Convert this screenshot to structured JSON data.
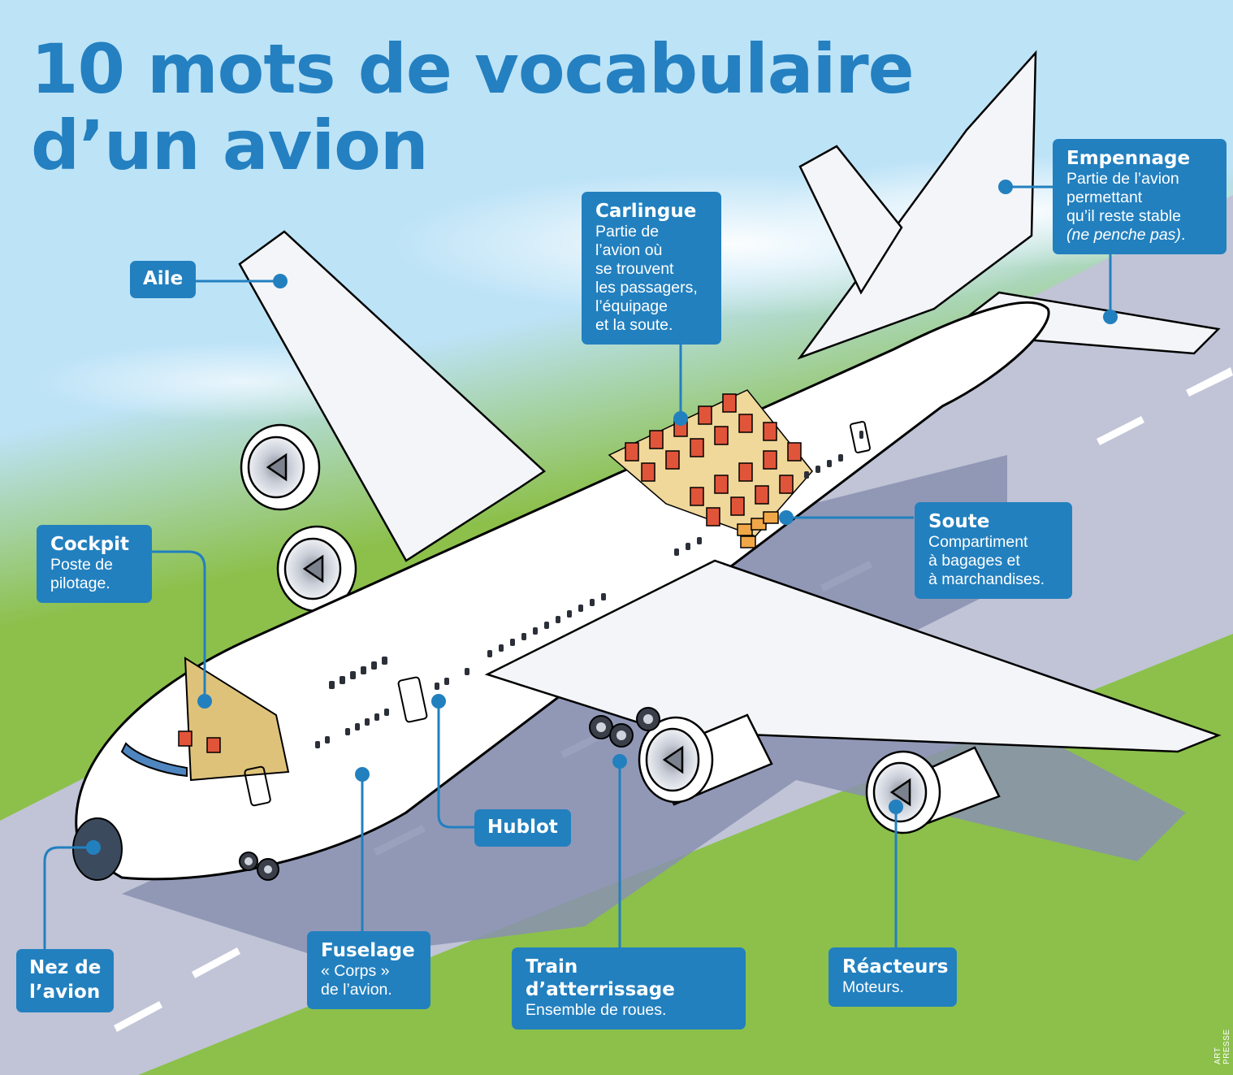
{
  "title": {
    "line1": "10 mots de vocabulaire",
    "line2": "d’un avion"
  },
  "labels": [
    {
      "id": "aile",
      "term": "Aile",
      "description": ""
    },
    {
      "id": "carlingue",
      "term": "Carlingue",
      "description": "Partie de\nl’avion où\nse trouvent\nles passagers,\nl’équipage\net la soute."
    },
    {
      "id": "empennage",
      "term": "Empennage",
      "description": "Partie de l’avion\npermettant\nqu’il reste stable",
      "description_italic": "(ne penche pas)",
      "description_suffix": "."
    },
    {
      "id": "cockpit",
      "term": "Cockpit",
      "description": "Poste de\npilotage."
    },
    {
      "id": "soute",
      "term": "Soute",
      "description": "Compartiment\nà bagages et\nà marchandises."
    },
    {
      "id": "hublot",
      "term": "Hublot",
      "description": ""
    },
    {
      "id": "nez",
      "term": "Nez de\nl’avion",
      "description": ""
    },
    {
      "id": "fuselage",
      "term": "Fuselage",
      "description": "« Corps »\nde l’avion."
    },
    {
      "id": "train",
      "term": "Train d’atterrissage",
      "description": "Ensemble de roues."
    },
    {
      "id": "reacteurs",
      "term": "Réacteurs",
      "description": "Moteurs."
    }
  ],
  "credit": "ART PRESSE",
  "colors": {
    "label_blue": "#2280bf",
    "title_blue": "#2480c0",
    "sky": "#bde3f7",
    "grass": "#8cc04b",
    "runway": "#c0c4d6",
    "shadow": "#8891b0",
    "seat_red": "#e0553a",
    "cockpit_tan": "#dfc27a"
  }
}
